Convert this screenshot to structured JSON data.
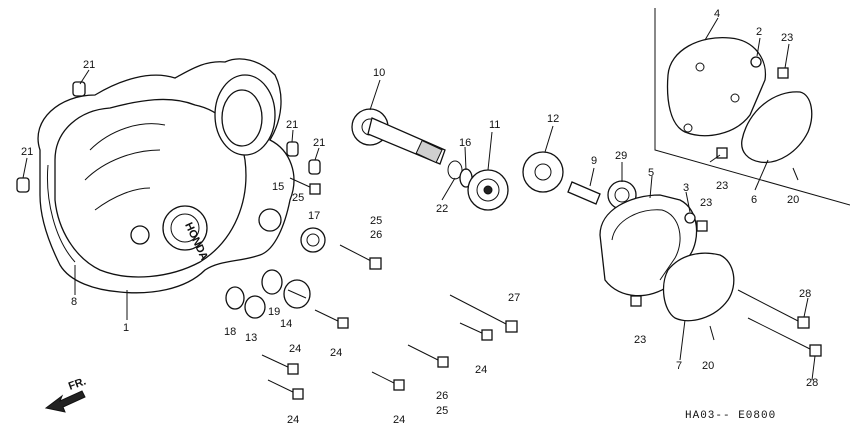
{
  "labels": [
    "21",
    "21",
    "21",
    "21",
    "15",
    "25",
    "17",
    "25",
    "26",
    "8",
    "1",
    "18",
    "13",
    "19",
    "14",
    "24",
    "24",
    "24",
    "24",
    "26",
    "25",
    "24",
    "27",
    "10",
    "22",
    "16",
    "11",
    "12",
    "9",
    "29",
    "5",
    "3",
    "23",
    "23",
    "7",
    "20",
    "28",
    "28",
    "4",
    "2",
    "23",
    "23",
    "6",
    "20"
  ],
  "front_label": "FR.",
  "diagram_code": "HA03-- E0800"
}
